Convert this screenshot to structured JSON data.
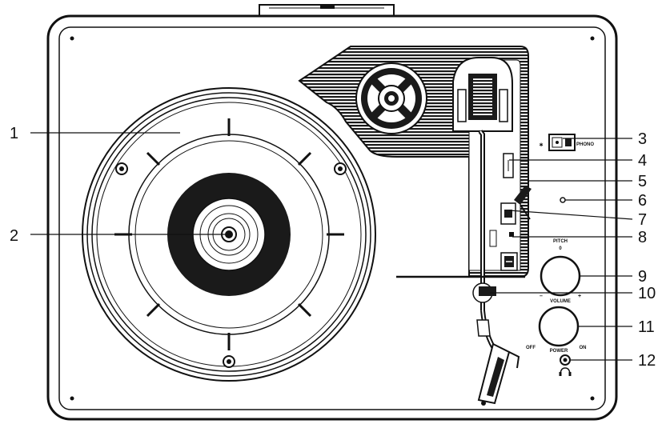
{
  "callouts": [
    {
      "number": "1"
    },
    {
      "number": "2"
    },
    {
      "number": "3"
    },
    {
      "number": "4"
    },
    {
      "number": "5"
    },
    {
      "number": "6"
    },
    {
      "number": "7"
    },
    {
      "number": "8"
    },
    {
      "number": "9"
    },
    {
      "number": "10"
    },
    {
      "number": "11"
    },
    {
      "number": "12"
    }
  ],
  "panel_labels": {
    "bluetooth_symbol": "∗",
    "phono": "PHONO",
    "pitch": "PITCH",
    "pitch_zero": "0",
    "volume": "VOLUME",
    "minus": "–",
    "plus": "+",
    "off": "OFF",
    "power": "POWER",
    "on": "ON"
  },
  "icons": [
    "bluetooth-icon",
    "headphones-icon"
  ]
}
